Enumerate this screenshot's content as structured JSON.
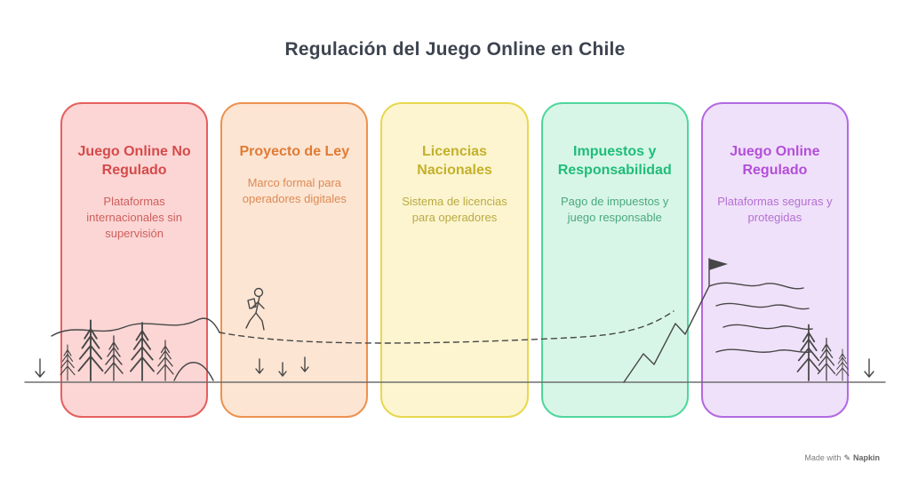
{
  "title": "Regulación del Juego Online en Chile",
  "cards": [
    {
      "id": "juego-online-no-regulado",
      "title": "Juego Online No Regulado",
      "description": "Plataformas internacionales sin supervisión",
      "colors": {
        "bg": "#fbd6d5",
        "border": "#e4605e",
        "title": "#d64a4a",
        "text": "#cf5f5c"
      }
    },
    {
      "id": "proyecto-de-ley",
      "title": "Proyecto de Ley",
      "description": "Marco formal para operadores digitales",
      "colors": {
        "bg": "#fce5d3",
        "border": "#ec9250",
        "title": "#e07b35",
        "text": "#dd8a54"
      }
    },
    {
      "id": "licencias-nacionales",
      "title": "Licencias Nacionales",
      "description": "Sistema de licencias para operadores",
      "colors": {
        "bg": "#fcf5d0",
        "border": "#e8d84e",
        "title": "#c4b02a",
        "text": "#b9aa42"
      }
    },
    {
      "id": "impuestos-y-responsabilidad",
      "title": "Impuestos y Responsabilidad",
      "description": "Pago de impuestos y juego responsable",
      "colors": {
        "bg": "#d8f6e7",
        "border": "#4fd79b",
        "title": "#1fbd7a",
        "text": "#4aa87e"
      }
    },
    {
      "id": "juego-online-regulado",
      "title": "Juego Online Regulado",
      "description": "Plataformas seguras y protegidas",
      "colors": {
        "bg": "#f0e1fa",
        "border": "#b369e0",
        "title": "#b24fd8",
        "text": "#b470d4"
      }
    }
  ],
  "watermark": {
    "text_prefix": "Made with",
    "brand": "Napkin",
    "icon": "pen-icon",
    "icon_glyph": "✎"
  },
  "illustration": {
    "icons": [
      "pine-tree-icon",
      "hiker-icon",
      "dashed-path",
      "mountain-icon",
      "flag-icon",
      "ridge-lines",
      "ground-line",
      "down-arrow-icon",
      "sprout-arrow-icon"
    ]
  }
}
